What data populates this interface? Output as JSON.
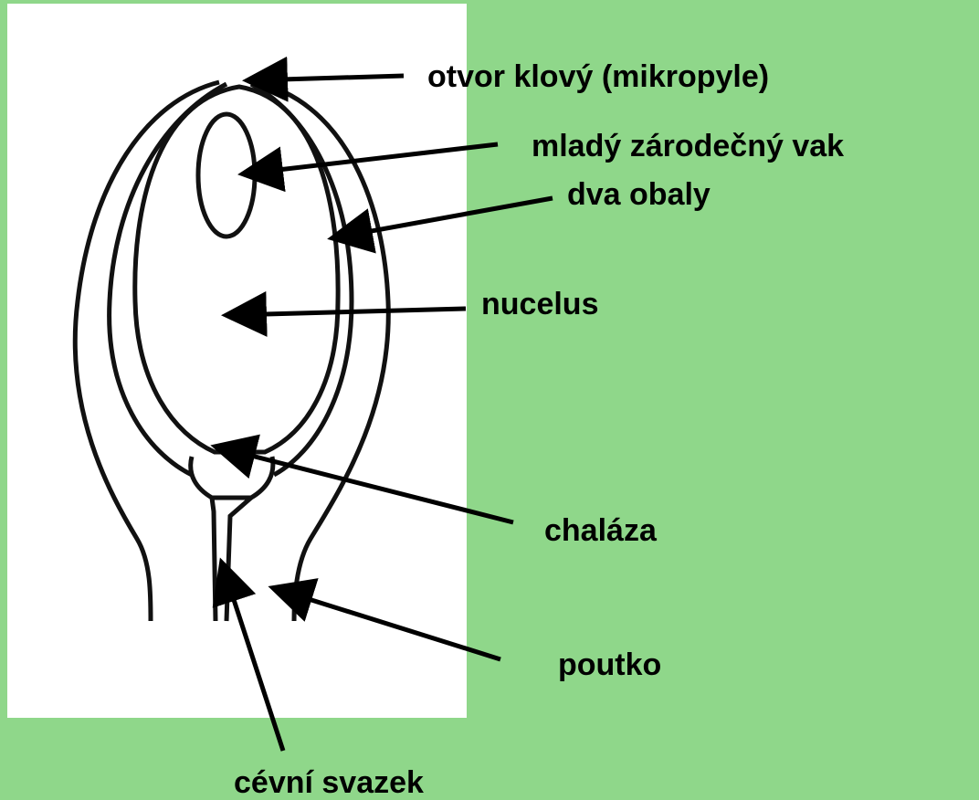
{
  "labels": {
    "micropyle": "otvor klový (mikropyle)",
    "embryo_sac": "mladý zárodečný vak",
    "integuments": "dva obaly",
    "nucellus": "nucelus",
    "chalaza": "chaláza",
    "funicle": "poutko",
    "vascular_bundle": "cévní svazek"
  },
  "colors": {
    "background": "#8fd78a",
    "panel": "#ffffff",
    "ink": "#000000"
  }
}
